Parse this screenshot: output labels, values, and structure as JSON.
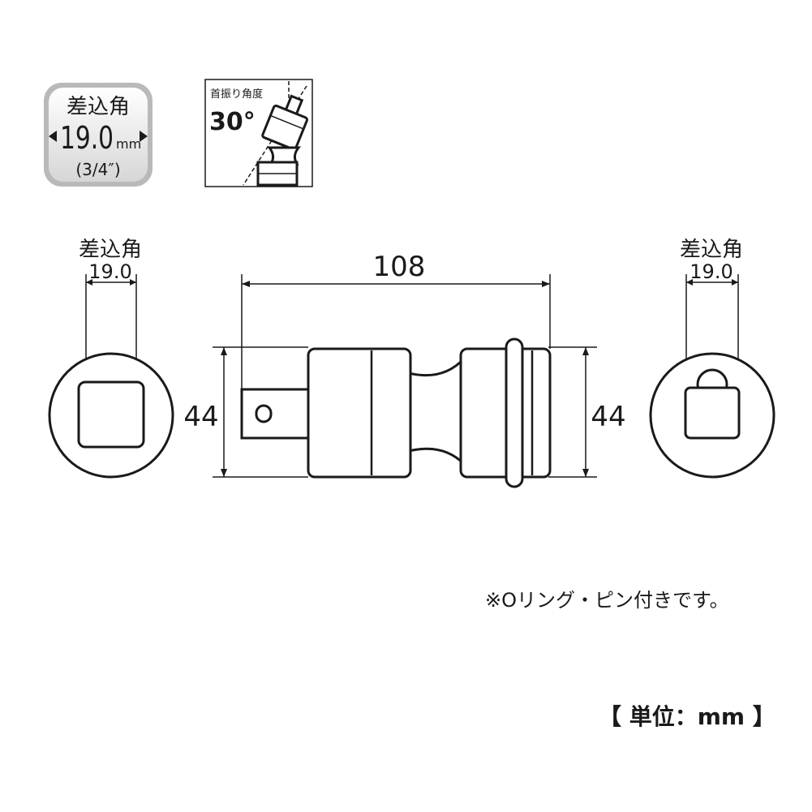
{
  "badge": {
    "label": "差込角",
    "size_value": "19.0",
    "size_unit": "mm",
    "inch": "(3/4″)"
  },
  "angle_box": {
    "label": "首振り角度",
    "value": "30°"
  },
  "left_view": {
    "label": "差込角",
    "value": "19.0"
  },
  "right_view": {
    "label": "差込角",
    "value": "19.0"
  },
  "dimensions": {
    "length": "108",
    "height_left": "44",
    "height_right": "44"
  },
  "note": "※Oリング・ピン付きです。",
  "unit_label": "【 単位：mm 】"
}
